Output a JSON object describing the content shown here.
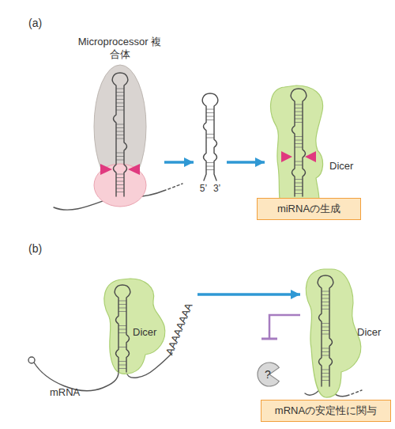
{
  "diagram": {
    "nodes": [
      {
        "text": [
          "Microprocessor 複合体"
        ]
      },
      {
        "text": [
          "5’ 3’"
        ]
      },
      {
        "text": [
          "Dicer"
        ]
      },
      {
        "text": [
          "miRNAの生成"
        ]
      },
      {
        "text": [
          "Dicer"
        ]
      },
      {
        "text": [
          "Dicer"
        ]
      },
      {
        "text": [
          "?"
        ]
      },
      {
        "text": [
          "mRNAの安定性に関与"
        ]
      }
    ],
    "edges": [
      {
        "from": 0,
        "to": 1,
        "arrow": "to"
      },
      {
        "from": 1,
        "to": 2,
        "arrow": "to"
      },
      {
        "from": 4,
        "to": 5,
        "arrow": "to"
      },
      {
        "from": 5,
        "to": 6,
        "arrow": "to"
      }
    ],
    "labels": [
      "(a)",
      "(b)",
      "AAAAAAAA",
      "mRNA"
    ]
  }
}
